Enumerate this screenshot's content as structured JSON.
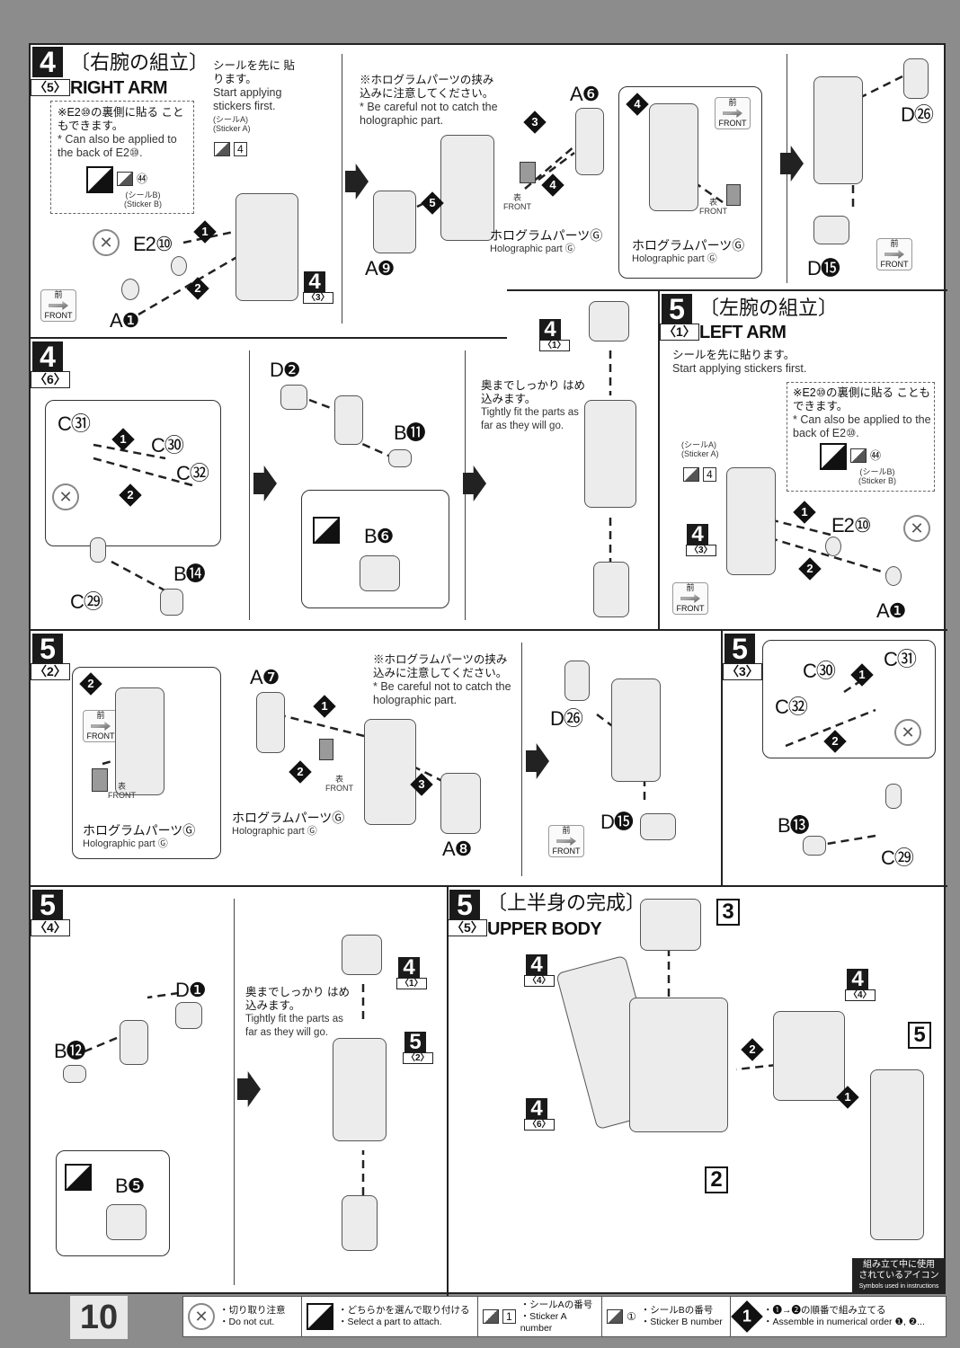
{
  "page_number": "10",
  "step4_5": {
    "step": "4",
    "sub": "〈5〉",
    "title_jp": "〔右腕の組立〕",
    "title_en": "RIGHT ARM",
    "sticker_first_jp": "シールを先に 貼ります。",
    "sticker_first_en": "Start applying stickers first.",
    "sticker_a_jp": "(シールA)",
    "sticker_a_en": "(Sticker A)",
    "sticker_a_num": "4",
    "alt_note_jp": "※E2⑩の裏側に貼る こともできます。",
    "alt_note_en": "* Can also be applied to the back of E2⑩.",
    "sticker_b_num": "㊹",
    "sticker_b_jp": "(シールB)",
    "sticker_b_en": "(Sticker B)",
    "parts": {
      "e2": "E2⑩",
      "a1": "A❶",
      "a6": "A❻",
      "a9": "A❾",
      "d26": "D㉖",
      "d15": "D⓯"
    },
    "ref_step": "4",
    "ref_sub": "〈3〉",
    "front_jp": "前",
    "front": "FRONT",
    "face_jp": "表",
    "holo_note_jp": "※ホログラムパーツの挟み 込みに注意してください。",
    "holo_note_en": "* Be careful not to catch the holographic part.",
    "holo_jp": "ホログラムパーツⒼ",
    "holo_en": "Holographic part Ⓖ",
    "order": [
      "1",
      "2",
      "3",
      "4",
      "5",
      "4"
    ]
  },
  "step4_6": {
    "step": "4",
    "sub": "〈6〉",
    "parts": {
      "c31": "C㉛",
      "c30": "C㉚",
      "c32": "C㉜",
      "c29": "C㉙",
      "b14": "B⓮",
      "d2": "D❷",
      "b11": "B⓫",
      "b6": "B❻"
    },
    "ref_step": "4",
    "ref_sub": "〈1〉",
    "tight_jp": "奥までしっかり はめ込みます。",
    "tight_en": "Tightly fit the parts as far as they will go.",
    "order": [
      "1",
      "2"
    ]
  },
  "step5_1": {
    "step": "5",
    "sub": "〈1〉",
    "title_jp": "〔左腕の組立〕",
    "title_en": "LEFT ARM",
    "sticker_first_jp": "シールを先に貼ります。",
    "sticker_first_en": "Start applying stickers first.",
    "parts": {
      "e2": "E2⑩",
      "a1": "A❶"
    },
    "ref_step": "4",
    "ref_sub": "〈3〉",
    "order": [
      "1",
      "2"
    ]
  },
  "step5_2": {
    "step": "5",
    "sub": "〈2〉",
    "parts": {
      "a7": "A❼",
      "a8": "A❽",
      "d26": "D㉖",
      "d15": "D⓯"
    },
    "order": [
      "2",
      "1",
      "2",
      "3"
    ]
  },
  "step5_3": {
    "step": "5",
    "sub": "〈3〉",
    "parts": {
      "c30": "C㉚",
      "c31": "C㉛",
      "c32": "C㉜",
      "b13": "B⓭",
      "c29": "C㉙"
    },
    "order": [
      "1",
      "2"
    ]
  },
  "step5_4": {
    "step": "5",
    "sub": "〈4〉",
    "parts": {
      "d1": "D❶",
      "b12": "B⓬",
      "b5": "B❺"
    },
    "ref1_step": "4",
    "ref1_sub": "〈1〉",
    "ref2_step": "5",
    "ref2_sub": "〈2〉"
  },
  "step5_5": {
    "step": "5",
    "sub": "〈5〉",
    "title_jp": "〔上半身の完成〕",
    "title_en": "UPPER BODY",
    "refs": {
      "head": "3",
      "torso": "2",
      "right_arm": "5",
      "l44": "4",
      "l44_sub": "〈4〉",
      "r44": "4",
      "r44_sub": "〈4〉",
      "l46": "4",
      "l46_sub": "〈6〉"
    },
    "order": [
      "2",
      "1"
    ]
  },
  "symbols_box": {
    "jp1": "組み立て中に使用",
    "jp2": "されているアイコン",
    "en": "Symbols used in instructions"
  },
  "legend": [
    {
      "jp": "・切り取り注意",
      "en": "・Do not cut."
    },
    {
      "jp": "・どちらかを選んで取り付ける",
      "en": "・Select a part to attach."
    },
    {
      "num": "1",
      "jp": "・シールAの番号",
      "en": "・Sticker A number"
    },
    {
      "num": "①",
      "jp": "・シールBの番号",
      "en": "・Sticker B number"
    },
    {
      "num": "1",
      "jp": "・❶→❷の順番で組み立てる",
      "en": "・Assemble in numerical order ❶, ❷..."
    }
  ]
}
